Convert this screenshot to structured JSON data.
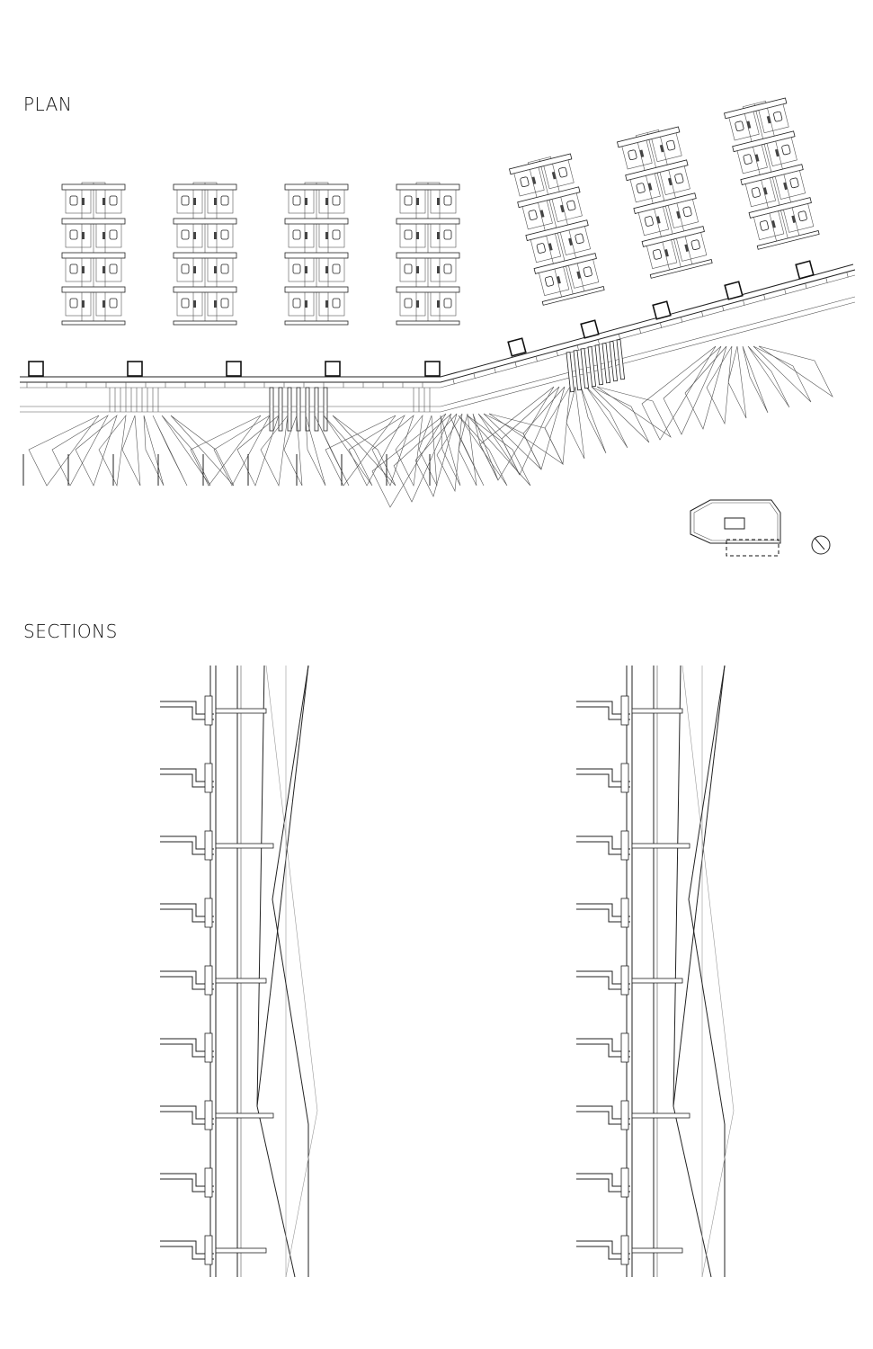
{
  "labels": {
    "plan": "PLAN",
    "sections": "SECTIONS"
  },
  "drawing": {
    "workstation_groups_straight": 4,
    "workstation_groups_angled": 3,
    "rows_per_group": 4,
    "columns_straight": 5,
    "columns_angled": 5,
    "section_tiers": 9,
    "section_views": 2
  },
  "icons": [
    "north-arrow-icon",
    "key-plan-icon"
  ]
}
